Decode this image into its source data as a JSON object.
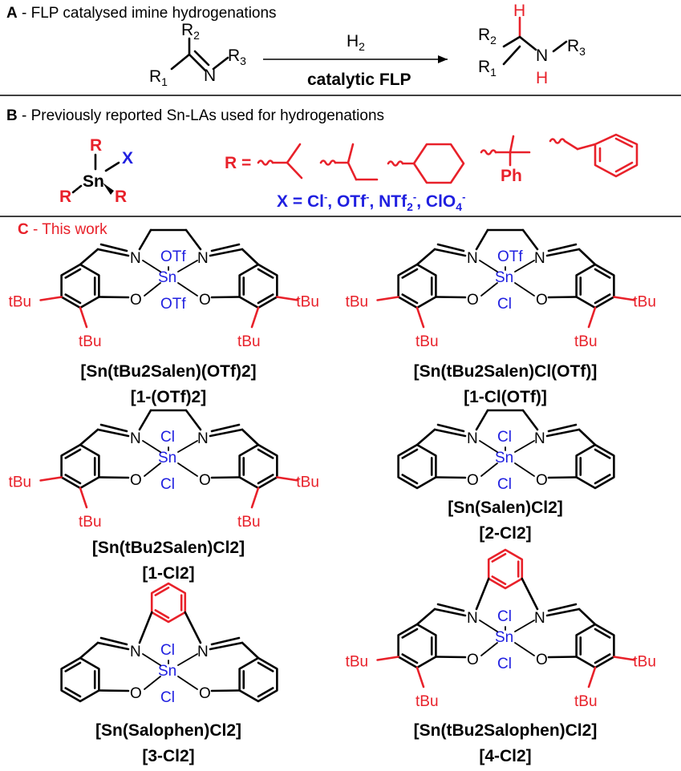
{
  "colors": {
    "red": "#e8212a",
    "blue": "#1f1fe0",
    "black": "#000000"
  },
  "sectionA": {
    "letter": "A",
    "title": " - FLP catalysed imine hydrogenations",
    "reagent_top": "H2",
    "reagent_bottom": "catalytic FLP",
    "substrate_labels": [
      "R2",
      "R1",
      "N",
      "R3"
    ],
    "product_labels": [
      "H",
      "R2",
      "R1",
      "N",
      "R3",
      "H"
    ]
  },
  "sectionB": {
    "letter": "B",
    "title": " - Previously reported Sn-LAs used for hydrogenations",
    "r_equals": "R =",
    "x_list": "X = Cl-, OTf-, NTf2-, ClO4-",
    "ph_label": "Ph"
  },
  "sectionC": {
    "letter": "C",
    "title": " - This work",
    "compounds": [
      {
        "name": "[Sn(tBu2Salen)(OTf)2]",
        "code": "[1-(OTf)2]",
        "axial_top": "OTf",
        "axial_bottom": "OTf"
      },
      {
        "name": "[Sn(tBu2Salen)Cl(OTf)]",
        "code": "[1-Cl(OTf)]",
        "axial_top": "OTf",
        "axial_bottom": "Cl"
      },
      {
        "name": "[Sn(tBu2Salen)Cl2]",
        "code": "[1-Cl2]",
        "axial_top": "Cl",
        "axial_bottom": "Cl"
      },
      {
        "name": "[Sn(Salen)Cl2]",
        "code": "[2-Cl2]",
        "axial_top": "Cl",
        "axial_bottom": "Cl"
      },
      {
        "name": "[Sn(Salophen)Cl2]",
        "code": "[3-Cl2]",
        "axial_top": "Cl",
        "axial_bottom": "Cl"
      },
      {
        "name": "[Sn(tBu2Salophen)Cl2]",
        "code": "[4-Cl2]",
        "axial_top": "Cl",
        "axial_bottom": "Cl"
      }
    ]
  }
}
